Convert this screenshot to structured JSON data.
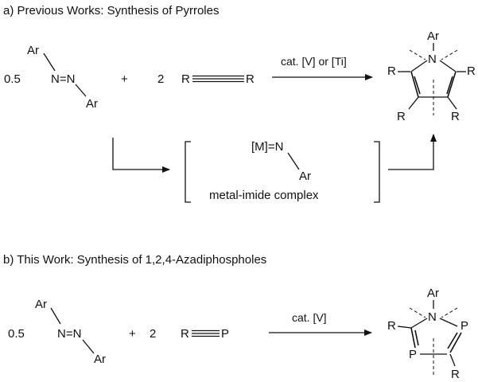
{
  "section_a": {
    "heading": "a) Previous Works: Synthesis of Pyrroles",
    "azo": {
      "coef": "0.5",
      "ar_top": "Ar",
      "nn": "N=N",
      "ar_bottom": "Ar"
    },
    "plus": "+",
    "alkyne": {
      "coef": "2",
      "r_left": "R",
      "r_right": "R"
    },
    "condition": "cat. [V] or [Ti]",
    "product": {
      "ar": "Ar",
      "n": "N",
      "r_left": "R",
      "r_right": "R",
      "r_bottom_left": "R",
      "r_bottom_right": "R"
    },
    "intermediate": {
      "formula": "[M]=N",
      "ar": "Ar",
      "name": "metal-imide complex"
    }
  },
  "section_b": {
    "heading": "b) This Work: Synthesis of 1,2,4-Azadiphospholes",
    "azo": {
      "coef": "0.5",
      "ar_top": "Ar",
      "nn": "N=N",
      "ar_bottom": "Ar"
    },
    "plus": "+",
    "phosphaalkyne": {
      "coef": "2",
      "r": "R",
      "p": "P"
    },
    "condition": "cat. [V]",
    "product": {
      "ar": "Ar",
      "n": "N",
      "r_top": "R",
      "p_top": "P",
      "p_bottom": "P",
      "r_bottom": "R"
    }
  }
}
